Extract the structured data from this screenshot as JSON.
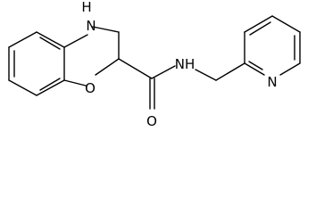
{
  "diagram": {
    "atom_labels": {
      "amine": "H",
      "amine_n": "N",
      "ether_o": "O",
      "carbonyl_o": "O",
      "amide_nh": "NH",
      "pyridine_n": "N"
    }
  }
}
